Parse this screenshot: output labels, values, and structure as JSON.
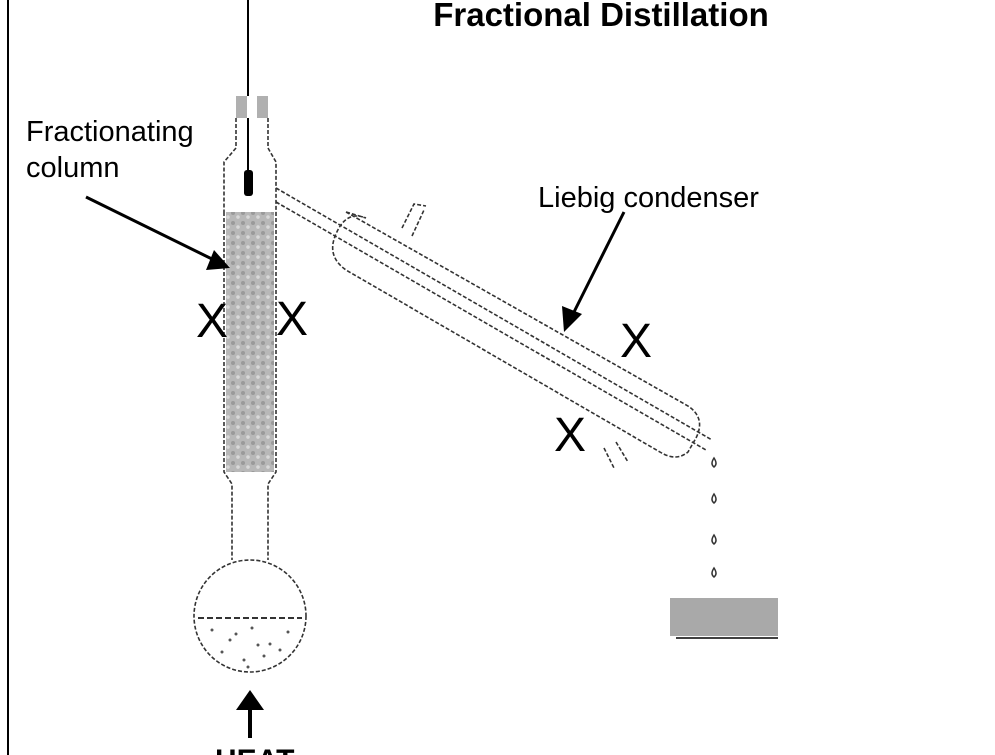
{
  "title": "Fractional Distillation",
  "labels": {
    "column": [
      "Fractionating",
      "column"
    ],
    "condenser": "Liebig condenser",
    "heat": "HEAT"
  },
  "marks": {
    "x": "X"
  },
  "colors": {
    "packing": "#b0b0b0",
    "collector": "#a9a9a9",
    "line": "#000000"
  }
}
